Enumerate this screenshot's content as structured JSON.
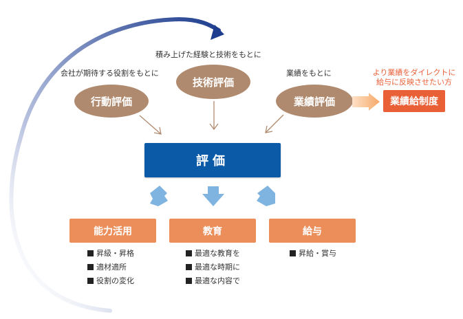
{
  "captions": {
    "top": "積み上げた経験と技術をもとに",
    "left": "会社が期待する役割をもとに",
    "right": "業績をもとに"
  },
  "ellipses": {
    "action": "行動評価",
    "skill": "技術評価",
    "performance": "業績評価"
  },
  "note": {
    "line1": "より業績をダイレクトに",
    "line2": "給与に反映させたい方"
  },
  "merit_pay_box": "業績給制度",
  "evaluation_box": "評価",
  "outcomes": [
    {
      "label": "能力活用",
      "items": [
        "昇級・昇格",
        "適材適所",
        "役割の変化"
      ]
    },
    {
      "label": "教育",
      "items": [
        "最適な教育を",
        "最適な時期に",
        "最適な内容で"
      ]
    },
    {
      "label": "給与",
      "items": [
        "昇給・賞与"
      ]
    }
  ],
  "colors": {
    "ellipse": "#b08a6e",
    "evaluation": "#0b5aa8",
    "outcome": "#ec8e5a",
    "accent_red": "#e95f36",
    "cycle_arrow": "#1e3d8f",
    "down_arrow": "#7fb4e0"
  }
}
